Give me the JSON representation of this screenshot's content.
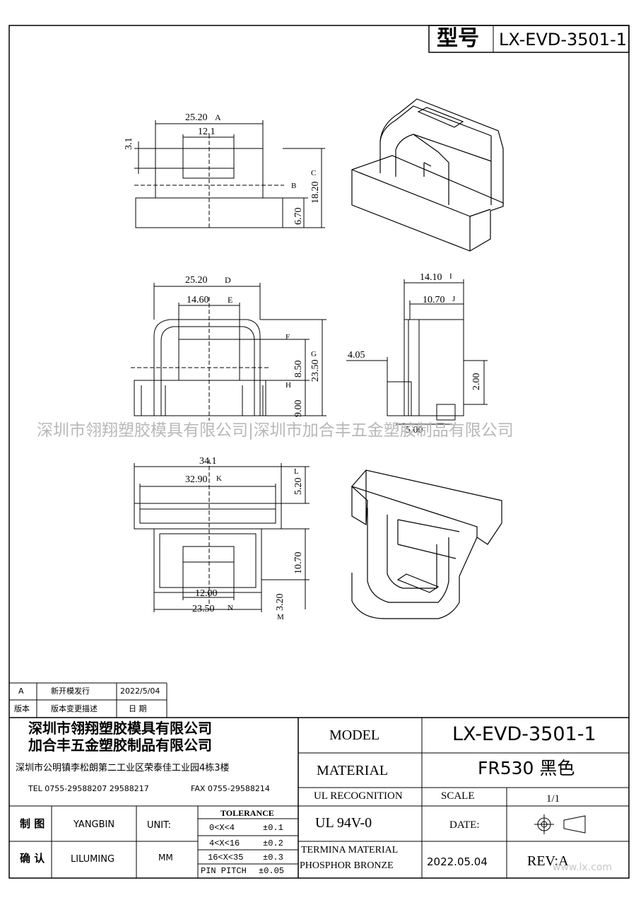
{
  "header": {
    "type_label": "型号",
    "part_no": "LX-EVD-3501-1"
  },
  "views": {
    "top": {
      "width": "25.20",
      "width_tag": "A",
      "slot": "12.1",
      "left_dim": "3.1",
      "right_tag_b": "B",
      "height": "18.20",
      "height_tag": "C",
      "base": "6.70"
    },
    "front": {
      "width": "25.20",
      "width_tag": "D",
      "inner": "14.60",
      "inner_tag": "E",
      "tag_f": "F",
      "mid": "8.50",
      "height": "23.50",
      "height_tag": "G",
      "low": "9.00",
      "low_tag": "H"
    },
    "side": {
      "width": "14.10",
      "width_tag": "I",
      "inner": "10.70",
      "inner_tag": "J",
      "left": "4.05",
      "right": "2.00",
      "bottom": "5.00"
    },
    "bottom": {
      "outer": "34.1",
      "inner": "32.90",
      "inner_tag": "K",
      "top_r": "5.20",
      "top_r_tag": "L",
      "mid_r": "10.70",
      "slot": "12.00",
      "width": "23.50",
      "width_tag": "N",
      "low_r": "3.20",
      "low_r_tag": "M"
    }
  },
  "watermark": "深圳市翎翔塑胶模具有限公司|深圳市加合丰五金塑胶制品有限公司",
  "watermark_site": "www.lx.com",
  "revision_table": {
    "row": {
      "rev": "A",
      "desc": "新开模发行",
      "date": "2022/5/04"
    },
    "header": {
      "rev": "版本",
      "desc": "版本变更描述",
      "date": "日 期"
    }
  },
  "company": {
    "name1": "深圳市翎翔塑胶模具有限公司",
    "name2": "加合丰五金塑胶制品有限公司",
    "address": "深圳市公明镇李松朗第二工业区荣泰佳工业园4栋3楼",
    "tel": "TEL 0755-29588207 29588217",
    "fax": "FAX 0755-29588214"
  },
  "title_block": {
    "model_label": "MODEL",
    "model_value": "LX-EVD-3501-1",
    "material_label": "MATERIAL",
    "material_value": "FR530 黑色",
    "ul_label": "UL RECOGNITION",
    "ul_value": "UL 94V-0",
    "scale_label": "SCALE",
    "scale_value": "1/1",
    "date_label": "DATE:",
    "date_value": "2022.05.04",
    "rev_label": "REV:A",
    "terminal_label": "TERMINA MATERIAL",
    "terminal_value": "PHOSPHOR BRONZE"
  },
  "sign": {
    "draw_label": "制 图",
    "draw_name": "YANGBIN",
    "check_label": "确 认",
    "check_name": "LILUMING",
    "unit_label": "UNIT:",
    "unit_value": "MM"
  },
  "tolerance": {
    "title": "TOLERANCE",
    "rows": [
      {
        "range": "0<X<4",
        "tol": "±0.1"
      },
      {
        "range": "4<X<16",
        "tol": "±0.2"
      },
      {
        "range": "16<X<35",
        "tol": "±0.3"
      },
      {
        "range": "PIN PITCH",
        "tol": "±0.05"
      }
    ]
  }
}
